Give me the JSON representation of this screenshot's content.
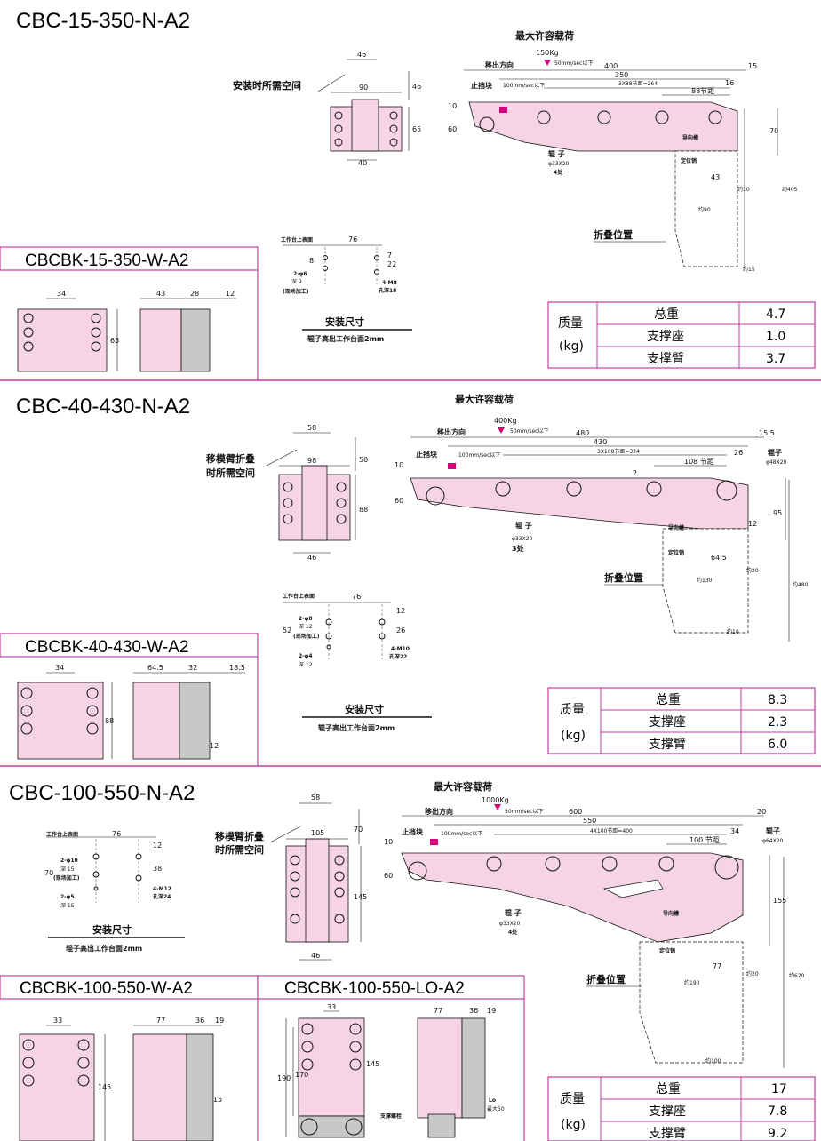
{
  "sections": [
    {
      "title": "CBC-15-350-N-A2",
      "arm_title": "CBCBK-15-350-W-A2",
      "max_load_label": "最大许容载荷",
      "load": "150Kg",
      "speed": "50mm/sec以下",
      "direction_label": "移出方向",
      "stop_label": "止挡块",
      "stop_speed": "100mm/sec以下",
      "roller_label": "辊 子",
      "roller_spec": "φ33X20",
      "roller_count": "4处",
      "guide_label": "导向槽",
      "pin_label": "定位销",
      "fold_label": "折叠位置",
      "space_label": "安装时所需空间",
      "mount_title": "安装尺寸",
      "mount_note": "辊子高出工作台面2mm",
      "table_top": "工作台上表面",
      "hole_spec_1": "2-φ6",
      "hole_depth_1": "深 9",
      "hole_field": "(现场加工)",
      "tap_spec": "4-M8",
      "tap_depth": "孔深18",
      "dims_side": {
        "total": "400",
        "len": "350",
        "pitch": "3X88节距=264",
        "pitch1": "88节距",
        "end": "15",
        "end2": "16",
        "h1": "10",
        "h2": "60",
        "h3": "70",
        "h4": "43",
        "fold": "约405",
        "f1": "约10",
        "f2": "约90",
        "f3": "约15"
      },
      "dims_top": {
        "w1": "46",
        "w2": "90",
        "w3": "40",
        "h1": "46",
        "h2": "65"
      },
      "dims_arm": {
        "a": "34",
        "b": "43",
        "c": "28",
        "d": "12",
        "h": "65"
      },
      "dims_mount": {
        "w": "76",
        "a": "8",
        "b": "22",
        "c": "7"
      },
      "mass": {
        "head": "质量",
        "unit": "(kg)",
        "rows": [
          {
            "name": "总重",
            "value": "4.7"
          },
          {
            "name": "支撑座",
            "value": "1.0"
          },
          {
            "name": "支撑臂",
            "value": "3.7"
          }
        ]
      }
    },
    {
      "title": "CBC-40-430-N-A2",
      "arm_title": "CBCBK-40-430-W-A2",
      "max_load_label": "最大许容载荷",
      "load": "400Kg",
      "speed": "50mm/sec以下",
      "direction_label": "移出方向",
      "stop_label": "止挡块",
      "stop_speed": "100mm/sec以下",
      "roller_label": "辊 子",
      "roller_spec": "φ33X20",
      "roller_count": "3处",
      "roller2_label": "辊子",
      "roller2_spec": "φ48X20",
      "guide_label": "导向槽",
      "pin_label": "定位销",
      "fold_label": "折叠位置",
      "space_label_1": "移模臂折叠",
      "space_label_2": "时所需空间",
      "mount_title": "安装尺寸",
      "mount_note": "辊子高出工作台面2mm",
      "table_top": "工作台上表面",
      "hole_spec_1": "2-φ8",
      "hole_depth_1": "深 12",
      "hole_field": "(现场加工)",
      "hole_spec_2": "2-φ4",
      "hole_depth_2": "深 12",
      "tap_spec": "4-M10",
      "tap_depth": "孔深22",
      "dims_side": {
        "total": "480",
        "len": "430",
        "pitch": "3X108节距=324",
        "pitch1": "108 节距",
        "end": "15.5",
        "end2": "26",
        "h1": "10",
        "h2": "60",
        "h3": "95",
        "h4": "64.5",
        "fold": "约480",
        "f1": "约20",
        "f2": "约130",
        "f3": "约10",
        "g": "2",
        "g2": "12"
      },
      "dims_top": {
        "w1": "58",
        "w2": "98",
        "w3": "46",
        "h1": "50",
        "h2": "88"
      },
      "dims_arm": {
        "a": "34",
        "b": "64.5",
        "c": "32",
        "d": "18.5",
        "h": "88",
        "e": "12"
      },
      "dims_mount": {
        "w": "76",
        "a": "12",
        "b": "52",
        "c": "26"
      },
      "mass": {
        "head": "质量",
        "unit": "(kg)",
        "rows": [
          {
            "name": "总重",
            "value": "8.3"
          },
          {
            "name": "支撑座",
            "value": "2.3"
          },
          {
            "name": "支撑臂",
            "value": "6.0"
          }
        ]
      }
    },
    {
      "title": "CBC-100-550-N-A2",
      "arm_title": "CBCBK-100-550-W-A2",
      "arm_title_lo": "CBCBK-100-550-LO-A2",
      "max_load_label": "最大许容载荷",
      "load": "1000Kg",
      "speed": "50mm/sec以下",
      "direction_label": "移出方向",
      "stop_label": "止挡块",
      "stop_speed": "100mm/sec以下",
      "roller_label": "辊 子",
      "roller_spec": "φ33X20",
      "roller_count": "4处",
      "roller2_label": "辊子",
      "roller2_spec": "φ64X20",
      "guide_label": "导向槽",
      "pin_label": "定位销",
      "fold_label": "折叠位置",
      "space_label_1": "移模臂折叠",
      "space_label_2": "时所需空间",
      "mount_title": "安装尺寸",
      "mount_note": "辊子高出工作台面2mm",
      "table_top": "工作台上表面",
      "hole_spec_1": "2-φ10",
      "hole_depth_1": "深 15",
      "hole_field": "(现场加工)",
      "hole_spec_2": "2-φ5",
      "hole_depth_2": "深 15",
      "tap_spec": "4-M12",
      "tap_depth": "孔深24",
      "support_bolt": "支撑螺栓",
      "lo_label": "Lo",
      "lo_note": "最大50",
      "dims_side": {
        "total": "600",
        "len": "550",
        "pitch": "4X100节距=400",
        "pitch1": "100 节距",
        "end": "20",
        "end2": "34",
        "h1": "10",
        "h2": "60",
        "h3": "155",
        "h4": "77",
        "fold": "约620",
        "f1": "约20",
        "f2": "约190",
        "f3": "约100"
      },
      "dims_top": {
        "w1": "58",
        "w2": "105",
        "w3": "46",
        "h1": "70",
        "h2": "145"
      },
      "dims_arm": {
        "a": "33",
        "b": "77",
        "c": "36",
        "d": "19",
        "h": "145",
        "e": "15",
        "f": "170",
        "g": "190"
      },
      "dims_mount": {
        "w": "76",
        "a": "12",
        "b": "70",
        "c": "38"
      },
      "mass": {
        "head": "质量",
        "unit": "(kg)",
        "rows": [
          {
            "name": "总重",
            "value": "17"
          },
          {
            "name": "支撑座",
            "value": "7.8"
          },
          {
            "name": "支撑臂",
            "value": "9.2"
          }
        ]
      }
    }
  ],
  "colors": {
    "pink": "#f6d4e6",
    "frame": "#c33ea0",
    "magenta": "#d2007a",
    "line": "#1a1a1a",
    "grey": "#c8c8c8"
  }
}
